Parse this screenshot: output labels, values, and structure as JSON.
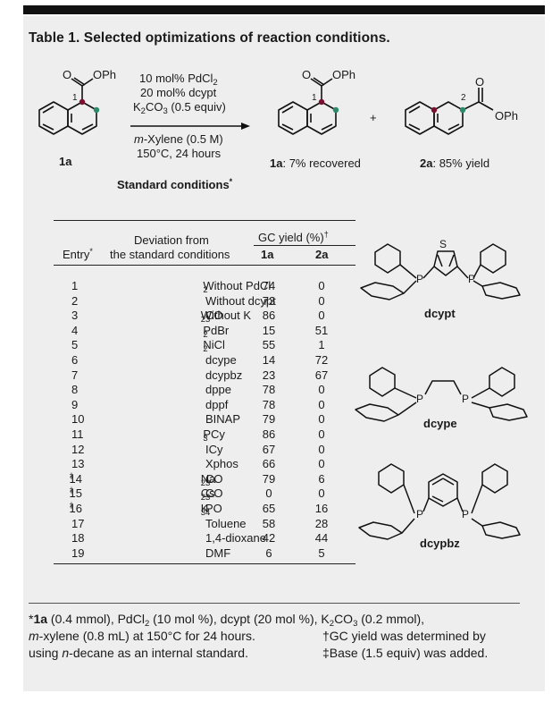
{
  "title": "Table 1. Selected optimizations of reaction conditions.",
  "scheme": {
    "opH": "OPh",
    "o": "O",
    "s": "S",
    "p": "P",
    "pos1": "1",
    "pos2": "2",
    "reagent1": "10 mol% PdCl",
    "reagent1_sub": "2",
    "reagent2": "20 mol% dcypt",
    "reagent3_a": "K",
    "reagent3_sub1": "2",
    "reagent3_b": "CO",
    "reagent3_sub2": "3",
    "reagent3_c": " (0.5 equiv)",
    "solvent_i": "m",
    "solvent": "-Xylene (0.5 M)",
    "temp": "150°C, 24 hours",
    "standard": "Standard conditions",
    "standard_mark": "*",
    "sm_label": "1a",
    "recovered_b": "1a",
    "recovered": ": 7% recovered",
    "plus": "+",
    "product_b": "2a",
    "product": ": 85% yield"
  },
  "table": {
    "h_entry": "Entry",
    "h_entry_mark": "*",
    "h_dev1": "Deviation from",
    "h_dev2": "the standard conditions",
    "h_gc": "GC yield (%)",
    "h_gc_mark": "†",
    "h_1a": "1a",
    "h_2a": "2a",
    "rows": [
      {
        "entry": "1",
        "dev": "Without PdCl",
        "sub": "2",
        "a": "74",
        "b": "0"
      },
      {
        "entry": "2",
        "dev": "Without dcypt",
        "a": "73",
        "b": "0"
      },
      {
        "entry": "3",
        "dev": "Without K",
        "sub": "2",
        "dev2": "CO",
        "sub2": "3",
        "a": "86",
        "b": "0"
      },
      {
        "entry": "4",
        "dev": "PdBr",
        "sub": "2",
        "a": "15",
        "b": "51"
      },
      {
        "entry": "5",
        "dev": "NiCl",
        "sub": "2",
        "a": "55",
        "b": "1"
      },
      {
        "entry": "6",
        "dev": "dcype",
        "a": "14",
        "b": "72"
      },
      {
        "entry": "7",
        "dev": "dcypbz",
        "a": "23",
        "b": "67"
      },
      {
        "entry": "8",
        "dev": "dppe",
        "a": "78",
        "b": "0"
      },
      {
        "entry": "9",
        "dev": "dppf",
        "a": "78",
        "b": "0"
      },
      {
        "entry": "10",
        "dev": "BINAP",
        "a": "79",
        "b": "0"
      },
      {
        "entry": "11",
        "dev": "PCy",
        "sub": "3",
        "a": "86",
        "b": "0"
      },
      {
        "entry": "12",
        "dev": "ICy",
        "a": "67",
        "b": "0"
      },
      {
        "entry": "13",
        "dev": "Xphos",
        "a": "66",
        "b": "0"
      },
      {
        "entry": "14",
        "mark": "‡",
        "dev": "Na",
        "sub": "2",
        "dev2": "CO",
        "sub2": "3",
        "a": "79",
        "b": "6"
      },
      {
        "entry": "15",
        "mark": "‡",
        "dev": "Cs",
        "sub": "2",
        "dev2": "CO",
        "sub2": "3",
        "a": "0",
        "b": "0"
      },
      {
        "entry": "16",
        "mark": "‡",
        "dev": "K",
        "sub": "3",
        "dev2": "PO",
        "sub2": "4",
        "a": "65",
        "b": "16"
      },
      {
        "entry": "17",
        "dev": "Toluene",
        "a": "58",
        "b": "28"
      },
      {
        "entry": "18",
        "dev": "1,4-dioxane",
        "a": "42",
        "b": "44"
      },
      {
        "entry": "19",
        "dev": "DMF",
        "a": "6",
        "b": "5"
      }
    ]
  },
  "ligands": {
    "dcypt": "dcypt",
    "dcype": "dcype",
    "dcypbz": "dcypbz"
  },
  "footnote": {
    "l1_mark": "*",
    "l1_b": "1a",
    "l1_a": " (0.4 mmol), PdCl",
    "l1_sub1": "2",
    "l1_b2": " (10 mol %), dcypt (20 mol %), K",
    "l1_sub2": "2",
    "l1_c": "CO",
    "l1_sub3": "3",
    "l1_d": " (0.2 mmol),",
    "l2_i": "m",
    "l2_a": "-xylene (0.8 mL) at 150°C for 24 hours.",
    "l2_b": "†GC yield was determined by",
    "l3_a": "using ",
    "l3_i": "n",
    "l3_b": "-decane as an internal standard.",
    "l3_c": "‡Base (1.5 equiv) was added."
  }
}
